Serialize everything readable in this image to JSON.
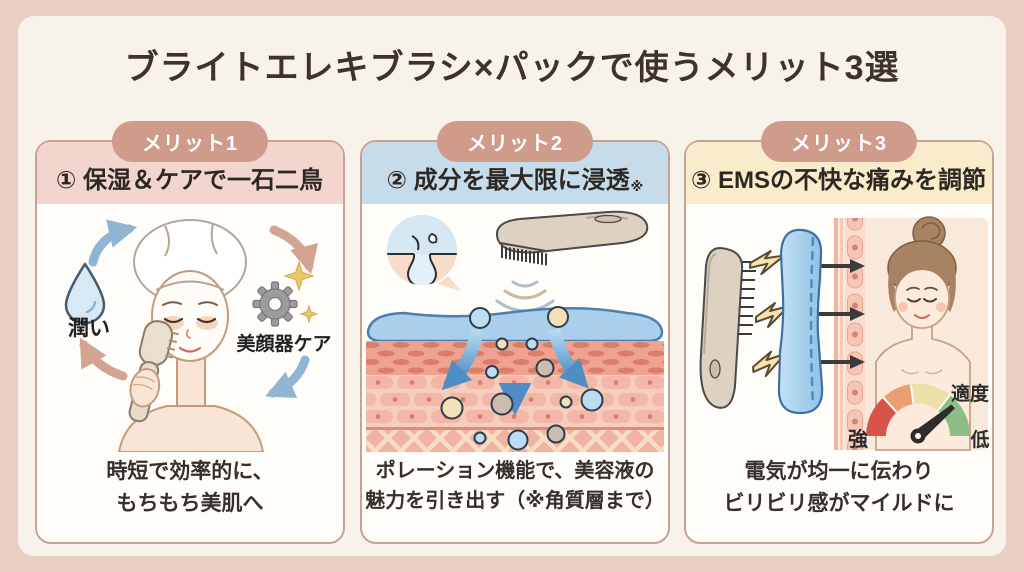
{
  "title": "ブライトエレキブラシ×パックで使うメリット3選",
  "colors": {
    "frame": "#e9cec4",
    "panel": "#f8f3ea",
    "title_text": "#40312a",
    "card_background": "#fffdf9",
    "card_border": "#c9a094",
    "badge_background": "#cf9c8b",
    "badge_text": "#ffffff",
    "header_1": "#f2d6cd",
    "header_2": "#c6dcea",
    "header_3": "#f9ecca",
    "accent_blue": "#8fb4d4",
    "accent_pink": "#d4a492",
    "gauge_red": "#d85448",
    "gauge_orange": "#ec9d72",
    "gauge_yellow": "#ece0a8",
    "gauge_green": "#8cbd84"
  },
  "icons": {
    "water-drop-icon": "teardrop",
    "gear-icon": "cog wheel",
    "sparkles-icon": "four-point stars",
    "cycle-arrows-icon": "four curved arrows forming a cycle",
    "pore-bubble-icon": "round speech bubble with pore",
    "brush-device-icon": "electric facial brush",
    "lightning-bolt-icon": "zigzag bolt",
    "intensity-gauge-icon": "semicircular meter with needle"
  },
  "cards": [
    {
      "badge": "メリット1",
      "heading": "① 保湿＆ケアで一石二鳥",
      "heading_note": "",
      "illustration": {
        "drop_label": "潤い",
        "gear_label": "美顔器ケア"
      },
      "caption": [
        "時短で効率的に、",
        "もちもち美肌へ"
      ]
    },
    {
      "badge": "メリット2",
      "heading": "② 成分を最大限に浸透",
      "heading_note": "※",
      "caption": [
        "ポレーション機能で、美容液の",
        "魅力を引き出す（※角質層まで）"
      ]
    },
    {
      "badge": "メリット3",
      "heading": "③ EMSの不快な痛みを調節",
      "heading_note": "",
      "gauge": {
        "strong": "強",
        "moderate": "適度",
        "low": "低"
      },
      "caption": [
        "電気が均一に伝わり",
        "ビリビリ感がマイルドに"
      ]
    }
  ]
}
